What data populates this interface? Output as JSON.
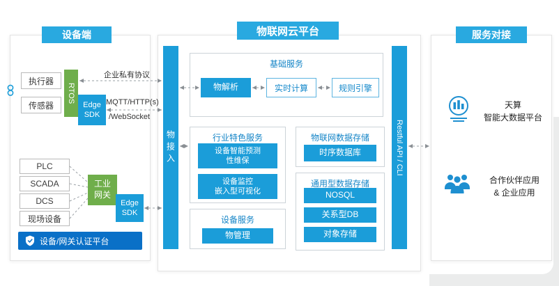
{
  "colors": {
    "accent_blue": "#29a9e0",
    "box_blue": "#1b9dd9",
    "green": "#6fae4b",
    "auth_blue": "#0a70c7",
    "title_blue": "#1585c7",
    "panel_border": "#e3e3e3"
  },
  "headers": {
    "device": "设备端",
    "platform": "物联网云平台",
    "service": "服务对接"
  },
  "device_side": {
    "actuator": "执行器",
    "sensor": "传感器",
    "rtos": "RTOS",
    "edge_sdk_top": "Edge SDK",
    "protocol_label": "企业私有协议",
    "mqtt_label": "MQTT/HTTP(s)",
    "websocket_label": "/WebSocket",
    "sources": [
      "PLC",
      "SCADA",
      "DCS",
      "现场设备"
    ],
    "gateway_line1": "工业",
    "gateway_line2": "网关",
    "edge_sdk_bottom": "Edge SDK",
    "auth_platform": "设备/网关认证平台"
  },
  "platform": {
    "access_bar": "物接入",
    "api_bar": "Restful API / CLI",
    "basic": {
      "title": "基础服务",
      "items": [
        "物解析",
        "实时计算",
        "规则引擎"
      ]
    },
    "industry": {
      "title": "行业特色服务",
      "items": [
        {
          "line1": "设备智能预测",
          "line2": "性维保"
        },
        {
          "line1": "设备监控",
          "line2": "嵌入型可视化"
        }
      ]
    },
    "iot_storage": {
      "title": "物联网数据存储",
      "items": [
        "时序数据库"
      ]
    },
    "general_storage": {
      "title": "通用型数据存储",
      "items": [
        "NOSQL",
        "关系型DB",
        "对象存储"
      ]
    },
    "device_service": {
      "title": "设备服务",
      "items": [
        "物管理"
      ]
    }
  },
  "services": {
    "bigdata": {
      "line1": "天算",
      "line2": "智能大数据平台"
    },
    "partner": {
      "line1": "合作伙伴应用",
      "line2": "& 企业应用"
    }
  },
  "icons": {
    "left_device": "link-icon",
    "auth": "shield-check-icon",
    "bigdata": "building-chart-icon",
    "partner": "people-icon"
  }
}
